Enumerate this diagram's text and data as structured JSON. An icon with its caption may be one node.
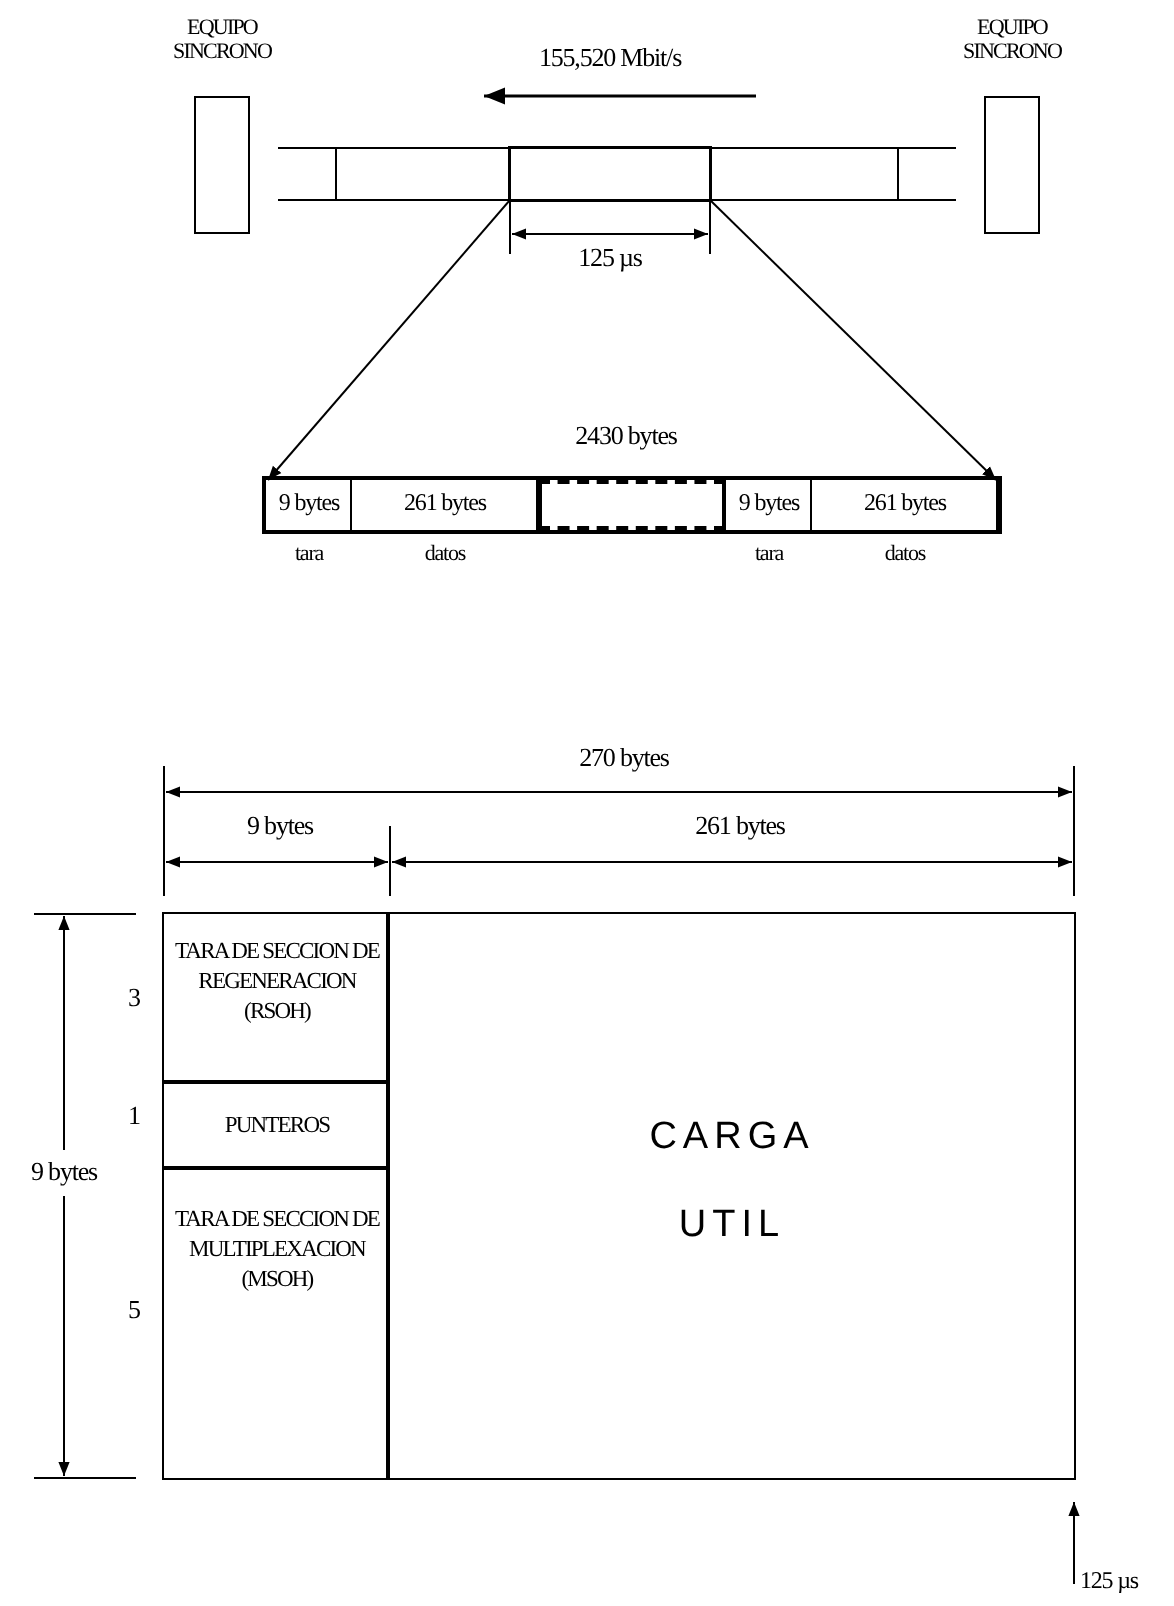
{
  "diagram": {
    "nodes": [
      {
        "text": [
          "EQUIPO SINCRONO"
        ]
      },
      {
        "text": [
          "EQUIPO SINCRONO"
        ]
      },
      {
        "text": [],
        "shape": "box"
      },
      {
        "text": [],
        "shape": "bar",
        "beside": [
          "2430 bytes"
        ]
      },
      {
        "text": [
          "9 bytes"
        ],
        "in": 3,
        "beside": [
          "tara"
        ]
      },
      {
        "text": [
          "261 bytes"
        ],
        "in": 3,
        "beside": [
          "datos"
        ]
      },
      {
        "text": [],
        "shape": "box",
        "in": 3
      },
      {
        "text": [
          "9 bytes"
        ],
        "in": 3,
        "beside": [
          "tara"
        ]
      },
      {
        "text": [
          "261 bytes"
        ],
        "in": 3,
        "beside": [
          "datos"
        ]
      },
      {
        "text": [],
        "shape": "box"
      },
      {
        "text": [
          "TARA DE SECCION DE REGENERACION (RSOH)"
        ],
        "in": 9
      },
      {
        "text": [
          "PUNTEROS"
        ],
        "in": 9
      },
      {
        "text": [
          "TARA DE SECCION DE MULTIPLEXACION (MSOH)"
        ],
        "in": 9
      },
      {
        "text": [
          "CARGA UTIL"
        ],
        "in": 9
      }
    ],
    "edges": [
      {
        "from": 2,
        "to": 3,
        "arrow": "to"
      },
      {
        "from": 2,
        "to": 3,
        "arrow": "to"
      }
    ],
    "labels": [
      "155,520 Mbit/s",
      "125 µs",
      "270 bytes",
      "9 bytes",
      "261 bytes",
      "3",
      "1",
      "9 bytes",
      "5",
      "125 µs"
    ]
  }
}
